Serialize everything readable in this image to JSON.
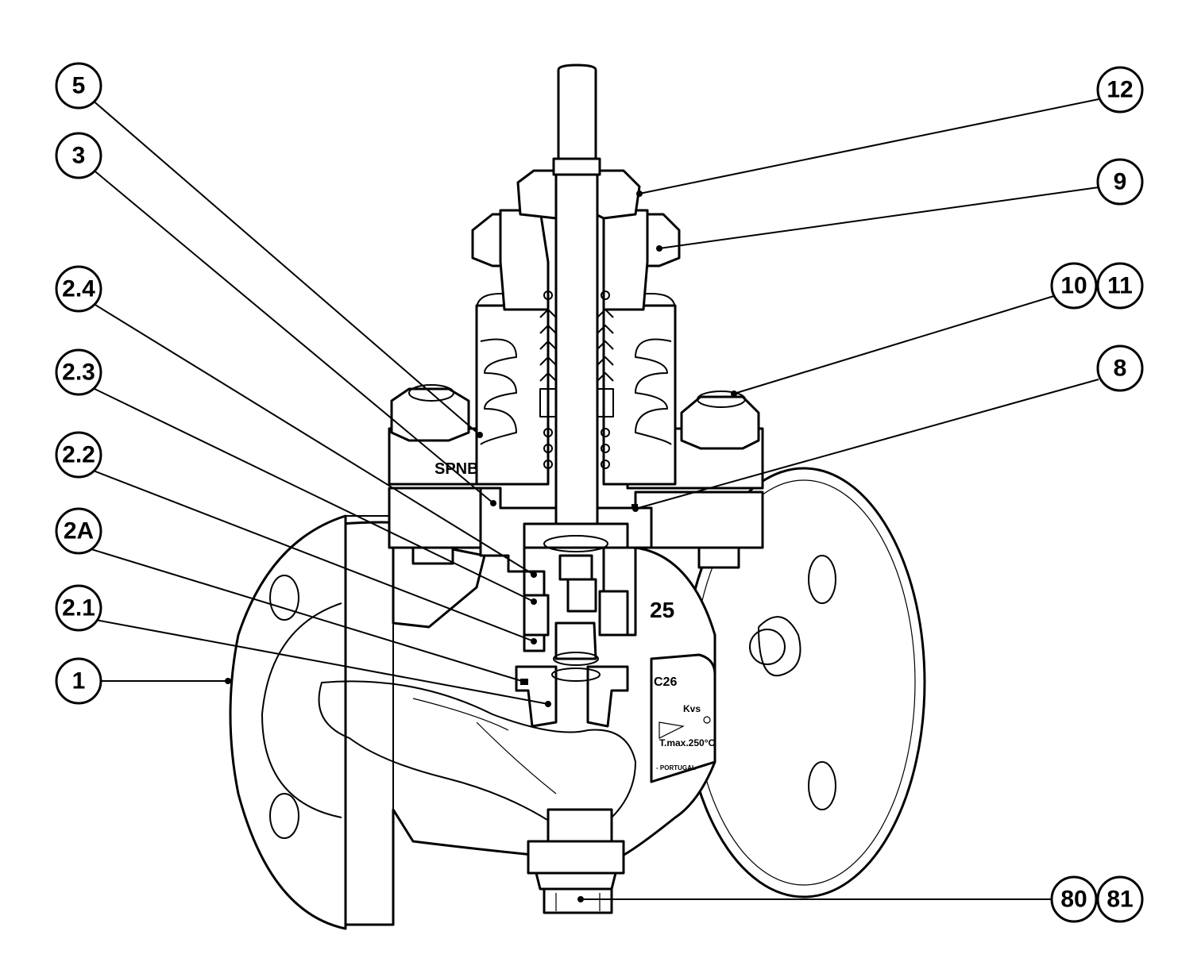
{
  "callouts": {
    "c5": "5",
    "c3": "3",
    "c24": "2.4",
    "c23": "2.3",
    "c22": "2.2",
    "c2a": "2A",
    "c21": "2.1",
    "c1": "1",
    "c12": "12",
    "c9": "9",
    "c10": "10",
    "c11": "11",
    "c8": "8",
    "c80": "80",
    "c81": "81"
  },
  "markings": {
    "bonnet_logo": "SPNB",
    "body_size": "25",
    "plate_model": "C26",
    "plate_kvs": "Kvs",
    "plate_tmax": "T.max.250°C",
    "plate_origin": "- PORTUGAL"
  }
}
